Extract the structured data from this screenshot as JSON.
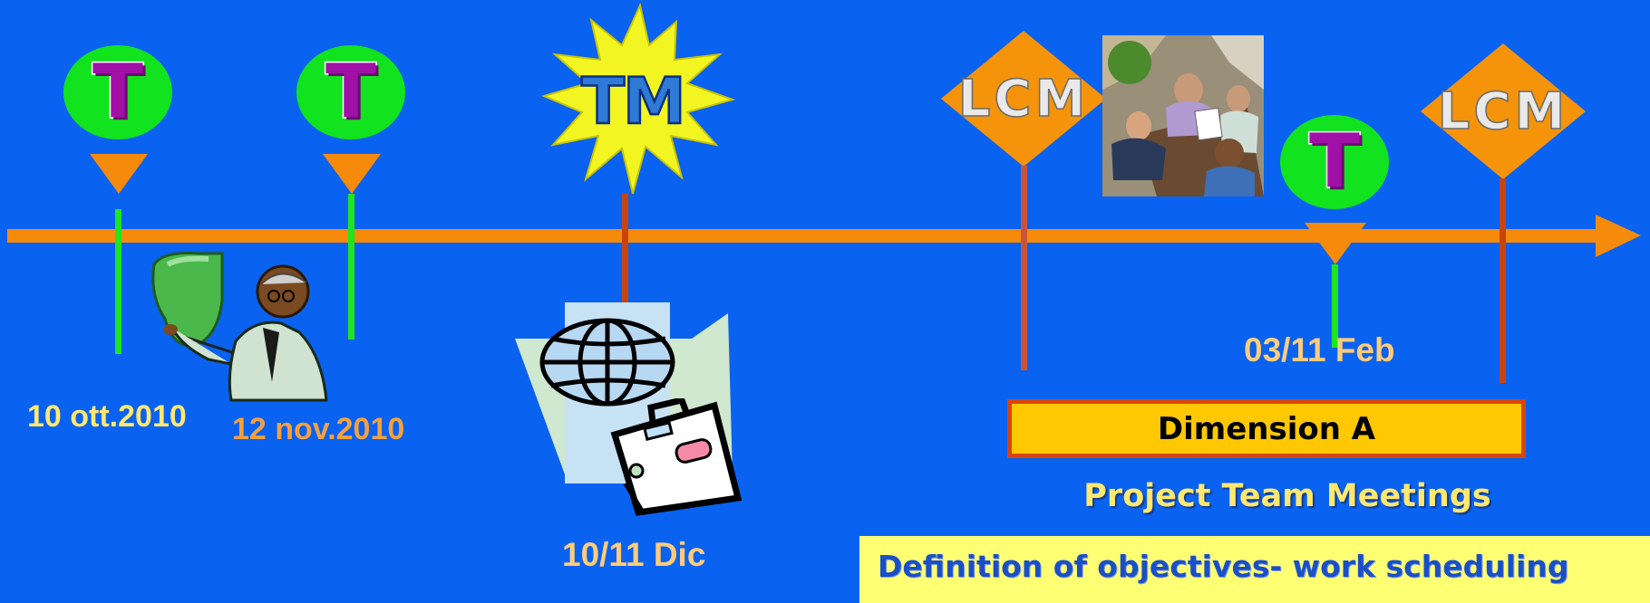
{
  "colors": {
    "background": "#0a62f0",
    "timeline": "#f58a0b",
    "t_circle": "#12e31f",
    "t_letter": "#a111a8",
    "lcm_diamond": "#f5940b",
    "date_yellow": "#ffe870",
    "date_orange": "#f5a03c",
    "date_peach": "#ffcc7a",
    "dimension_fill": "#ffc800",
    "dimension_border": "#d6460a",
    "definition_fill": "#ffff73",
    "definition_text": "#1a4fc8"
  },
  "markers": {
    "t_label": "T",
    "tm_label": "TM",
    "lcm_label": "LCM"
  },
  "dates": {
    "d1": "10 ott.2010",
    "d2": "12 nov.2010",
    "d3": "10/11 Dic",
    "d4": "03/11 Feb"
  },
  "dimension_label": "Dimension A",
  "project_meetings_label": "Project Team Meetings",
  "definition_label": "Definition of objectives- work scheduling",
  "icons": [
    "teacher-pointer-icon",
    "globe-map-icon",
    "briefcase-icon",
    "meeting-photo-icon",
    "starburst-icon"
  ]
}
